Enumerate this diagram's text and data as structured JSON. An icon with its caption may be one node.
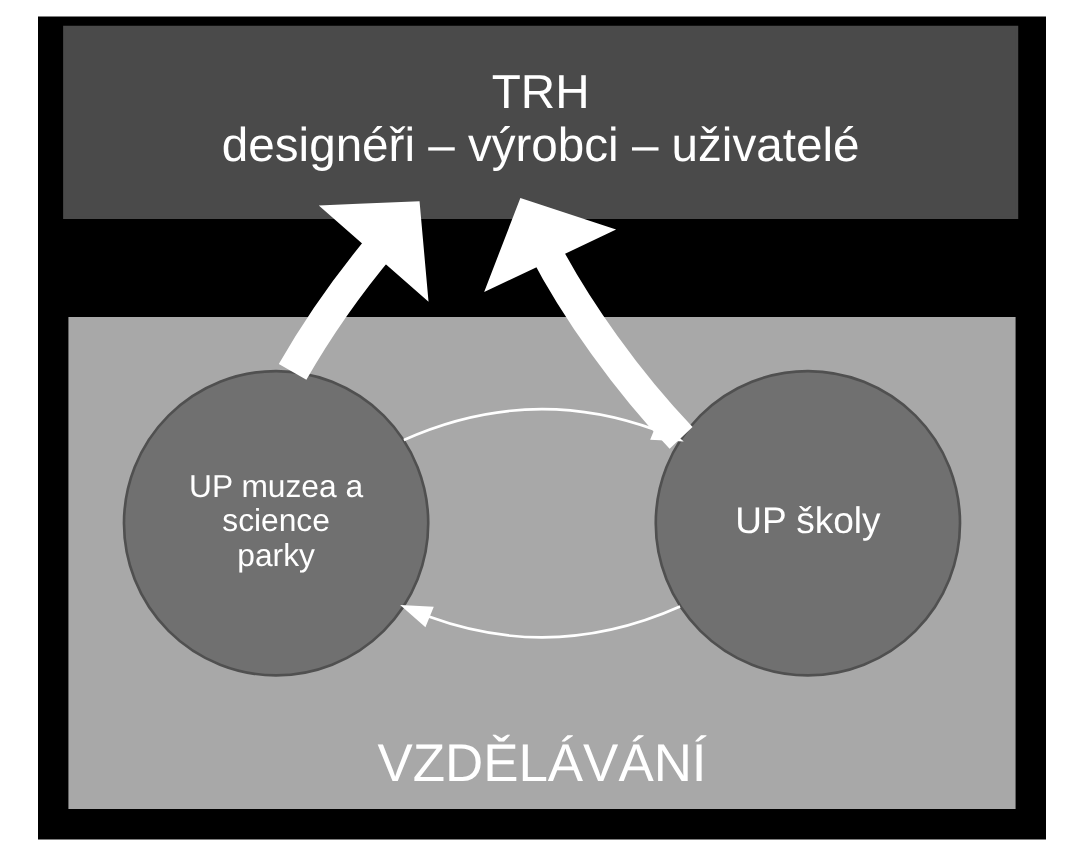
{
  "diagram": {
    "nodes": [
      {
        "text": [
          "TRH",
          "designéři – výrobci – uživatelé"
        ]
      },
      {
        "text": [
          "VZDĚLÁVÁNÍ"
        ]
      },
      {
        "text": [
          "UP školy"
        ],
        "in": 1
      },
      {
        "text": [
          "UP muzea a science parky"
        ],
        "in": 1
      }
    ],
    "edges": [
      {
        "from": 2,
        "to": 0,
        "arrow": "to",
        "style": "thick"
      },
      {
        "from": 3,
        "to": 0,
        "arrow": "to",
        "style": "thick"
      },
      {
        "from": 2,
        "to": 3,
        "arrow": "to"
      },
      {
        "from": 3,
        "to": 2,
        "arrow": "to"
      }
    ]
  }
}
